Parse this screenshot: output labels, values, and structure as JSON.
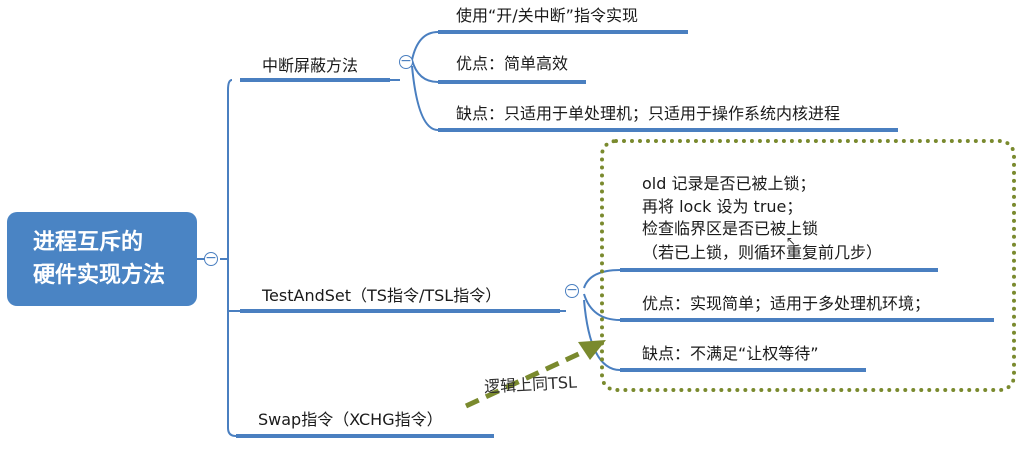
{
  "root": {
    "line1": "进程互斥的",
    "line2": "硬件实现方法"
  },
  "branches": {
    "interrupt": {
      "label": "中断屏蔽方法",
      "children": [
        "使用“开/关中断”指令实现",
        "优点：简单高效",
        "缺点：只适用于单处理机；只适用于操作系统内核进程"
      ]
    },
    "tsl": {
      "label": "TestAndSet（TS指令/TSL指令）",
      "note": [
        "old 记录是否已被上锁；",
        "再将 lock 设为 true；",
        "检查临界区是否已被上锁",
        "（若已上锁，则循环重复前几步）"
      ],
      "children": [
        "优点：实现简单；适用于多处理机环境；",
        "缺点：不满足“让权等待”"
      ]
    },
    "swap": {
      "label": "Swap指令（XCHG指令）",
      "arrow_label": "逻辑上同TSL"
    }
  },
  "toggle_symbol": "−",
  "colors": {
    "root": "#4a84c4",
    "line": "#4a7fc0",
    "note_border": "#7a8a2e",
    "arrow": "#7a8a2e"
  }
}
